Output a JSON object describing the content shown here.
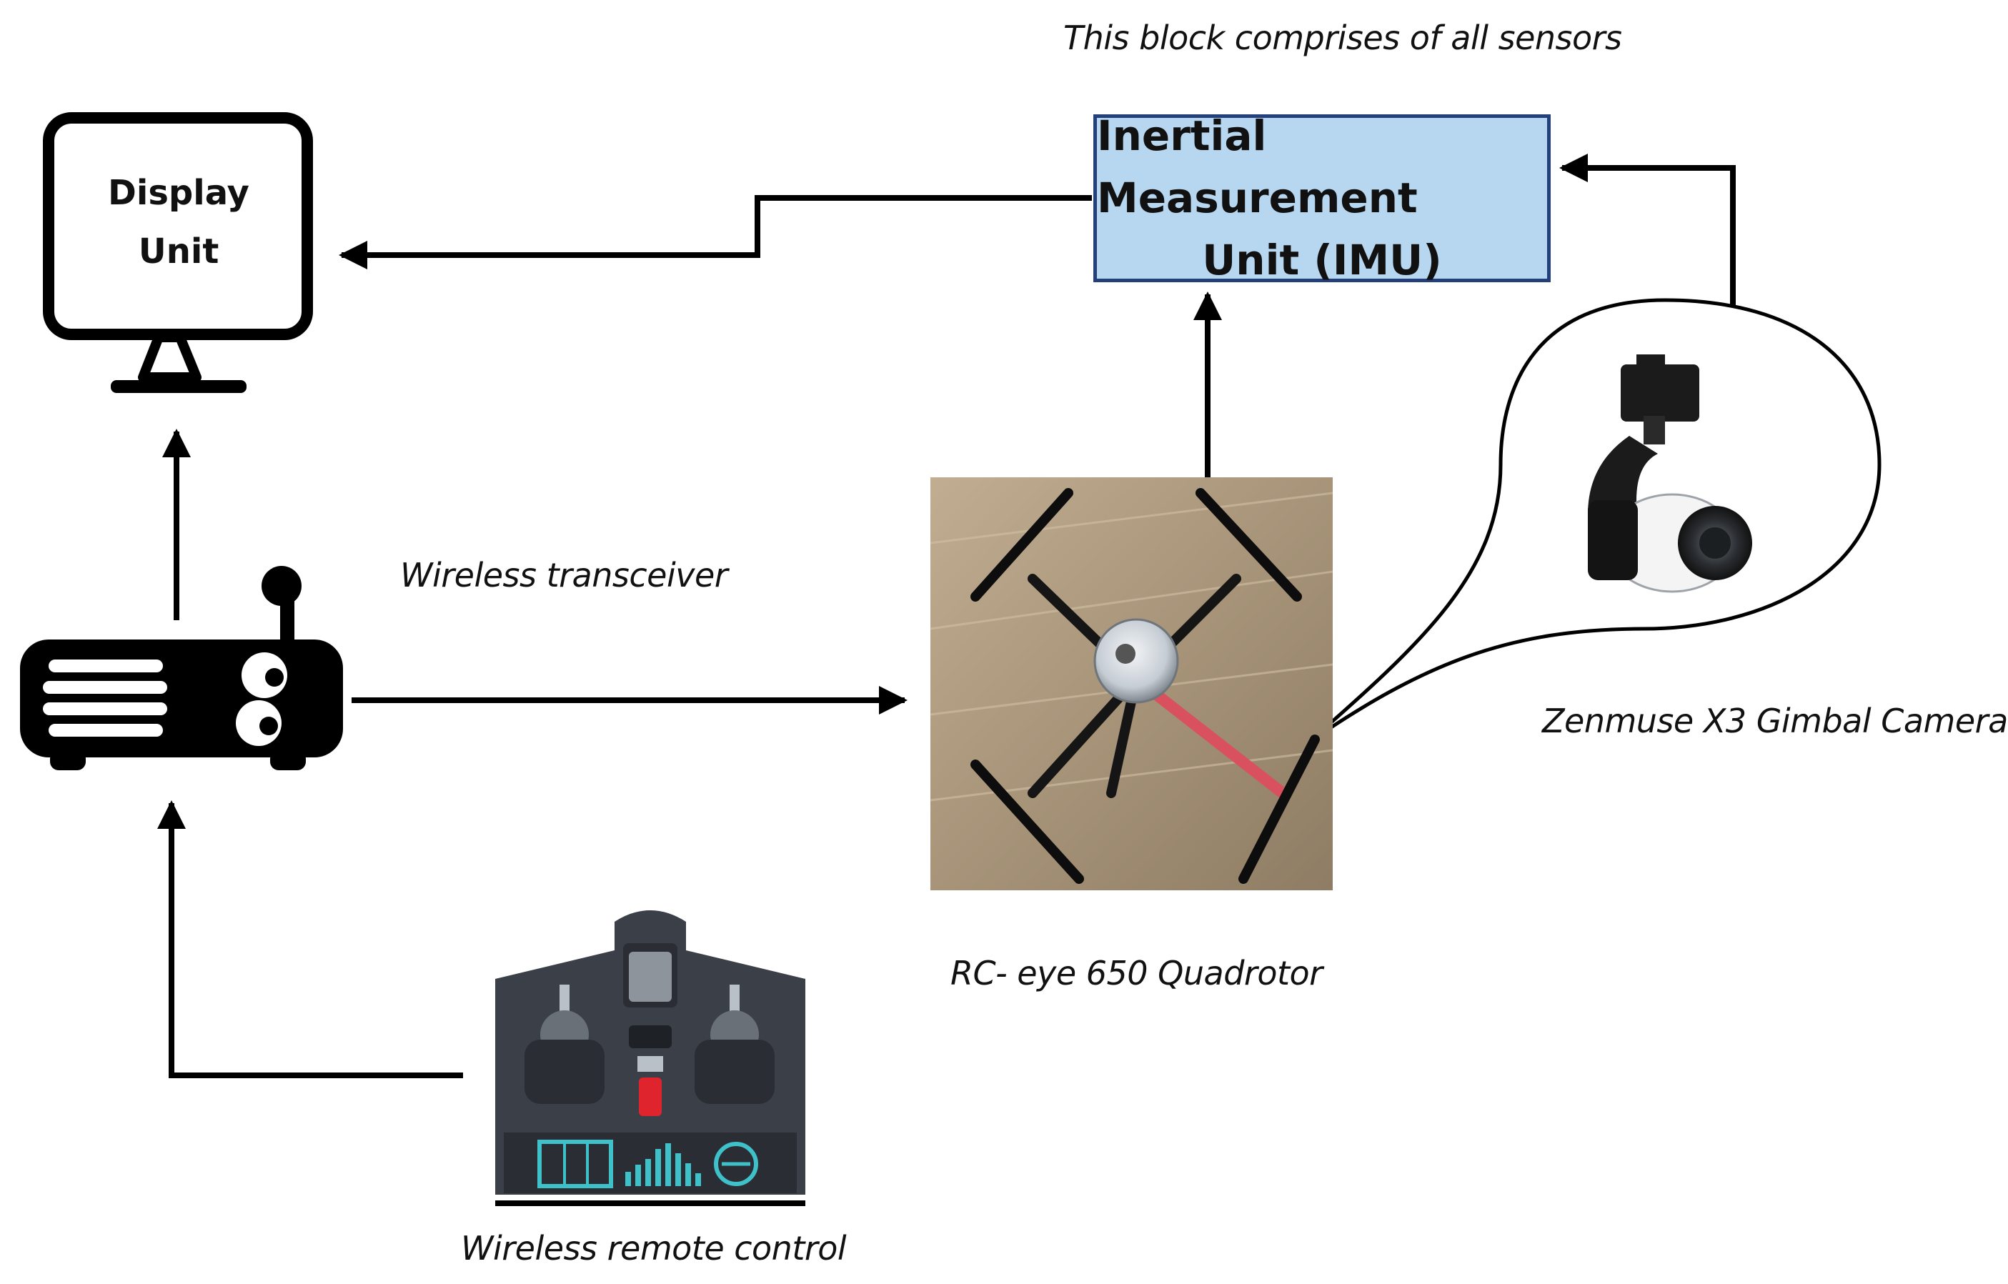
{
  "diagram": {
    "imu_note": "This block comprises of all sensors",
    "imu_title_line1": "Inertial Measurement",
    "imu_title_line2": "Unit (IMU)",
    "display_line1": "Display",
    "display_line2": "Unit",
    "transceiver_label": "Wireless transceiver",
    "camera_label": "Zenmuse X3 Gimbal Camera",
    "quadrotor_label": "RC- eye 650 Quadrotor",
    "remote_label": "Wireless remote control"
  },
  "icons": {
    "display": "monitor-icon",
    "transceiver": "router-icon",
    "remote": "rc-controller-icon",
    "quadrotor": "quadrotor-photo",
    "camera": "gimbal-camera-photo"
  },
  "colors": {
    "imu_fill": "#b7d6ef",
    "imu_border": "#23407a",
    "lines": "#000000",
    "remote_body": "#3b4048",
    "remote_screen": "#3fc1c9",
    "floor": "#a79479"
  }
}
